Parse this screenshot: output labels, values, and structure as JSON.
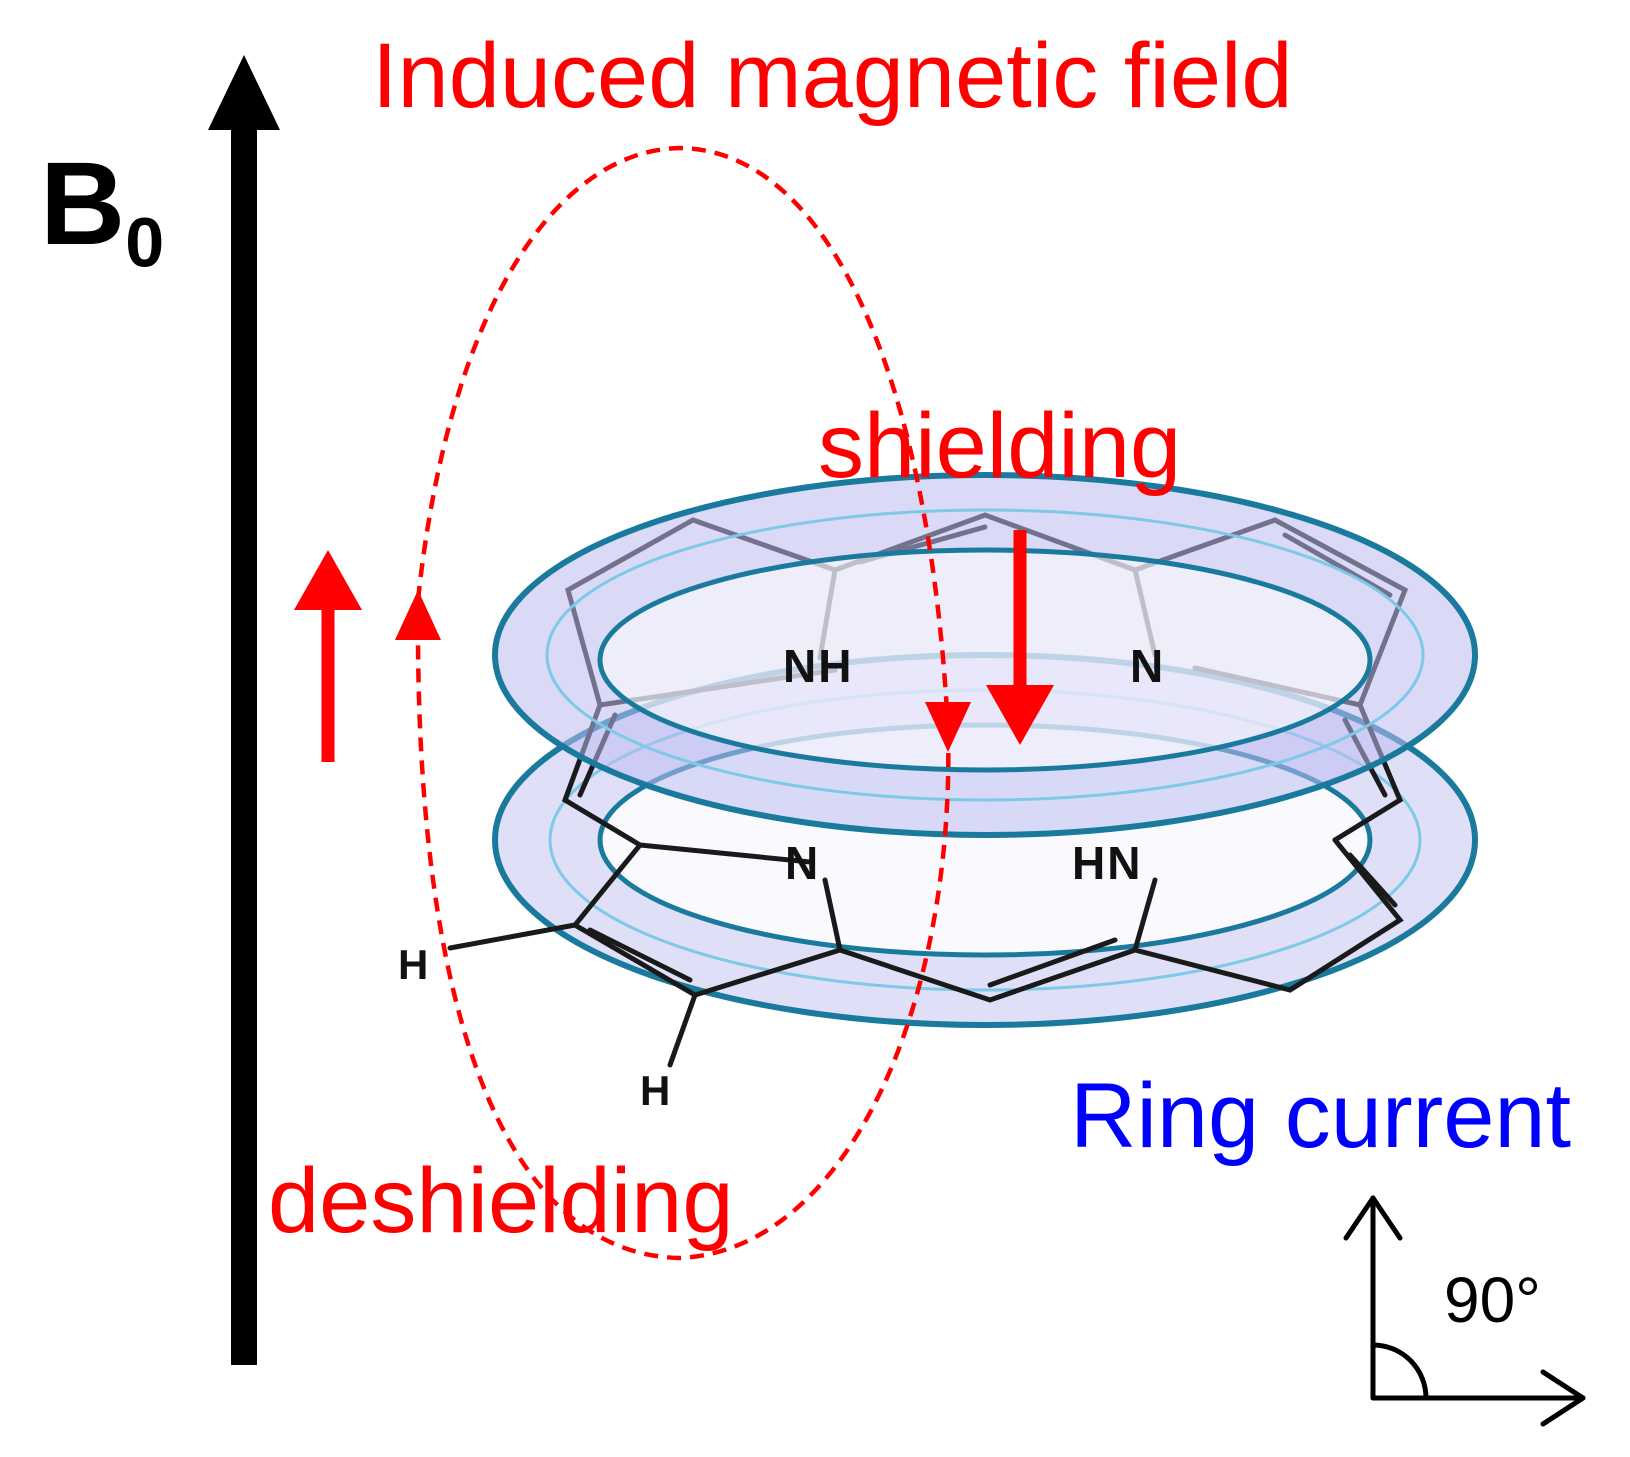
{
  "title": "Induced magnetic field",
  "field_label": {
    "main": "B",
    "subscript": "0"
  },
  "labels": {
    "shielding": "shielding",
    "deshielding": "deshielding",
    "ring_current": "Ring current",
    "angle": "90°"
  },
  "molecule_atoms": {
    "nh": "NH",
    "n_right": "N",
    "n_left": "N",
    "hn": "HN",
    "h_upper": "H",
    "h_lower": "H"
  },
  "colors": {
    "field_lines": "#ff0000",
    "ring_current": "#0000ff",
    "torus_fill": "#b8b8f0",
    "torus_edge": "#1a7a9e",
    "axis": "#000000",
    "bonds": "#1a1a1a"
  }
}
